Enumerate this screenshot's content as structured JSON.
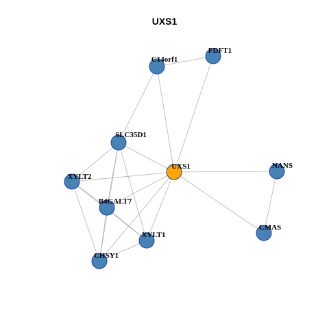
{
  "title": "UXS1",
  "colors": {
    "node_default": "#4682b4",
    "node_focus": "#ffa500",
    "node_border": "#1f3fb3",
    "edge": "#b3b3b3"
  },
  "nodes": [
    {
      "id": "UXS1",
      "label": "UXS1",
      "focus": true
    },
    {
      "id": "C14orf1",
      "label": "C14orf1",
      "focus": false
    },
    {
      "id": "FDFT1",
      "label": "FDFT1",
      "focus": false
    },
    {
      "id": "SLC35D1",
      "label": "SLC35D1",
      "focus": false
    },
    {
      "id": "XYLT2",
      "label": "XYLT2",
      "focus": false
    },
    {
      "id": "B4GALT7",
      "label": "B4GALT7",
      "focus": false
    },
    {
      "id": "XYLT1",
      "label": "XYLT1",
      "focus": false
    },
    {
      "id": "CHSY1",
      "label": "CHSY1",
      "focus": false
    },
    {
      "id": "NANS",
      "label": "NANS",
      "focus": false
    },
    {
      "id": "CMAS",
      "label": "CMAS",
      "focus": false
    }
  ],
  "edges": [
    [
      "C14orf1",
      "FDFT1"
    ],
    [
      "C14orf1",
      "SLC35D1"
    ],
    [
      "C14orf1",
      "UXS1"
    ],
    [
      "FDFT1",
      "UXS1"
    ],
    [
      "SLC35D1",
      "UXS1"
    ],
    [
      "SLC35D1",
      "XYLT2"
    ],
    [
      "SLC35D1",
      "B4GALT7"
    ],
    [
      "SLC35D1",
      "XYLT1"
    ],
    [
      "SLC35D1",
      "CHSY1"
    ],
    [
      "XYLT2",
      "UXS1"
    ],
    [
      "XYLT2",
      "B4GALT7"
    ],
    [
      "XYLT2",
      "CHSY1"
    ],
    [
      "XYLT2",
      "XYLT1"
    ],
    [
      "B4GALT7",
      "UXS1"
    ],
    [
      "B4GALT7",
      "XYLT1"
    ],
    [
      "B4GALT7",
      "CHSY1"
    ],
    [
      "UXS1",
      "XYLT1"
    ],
    [
      "UXS1",
      "CHSY1"
    ],
    [
      "UXS1",
      "NANS"
    ],
    [
      "UXS1",
      "CMAS"
    ],
    [
      "XYLT1",
      "CHSY1"
    ],
    [
      "NANS",
      "CMAS"
    ]
  ]
}
